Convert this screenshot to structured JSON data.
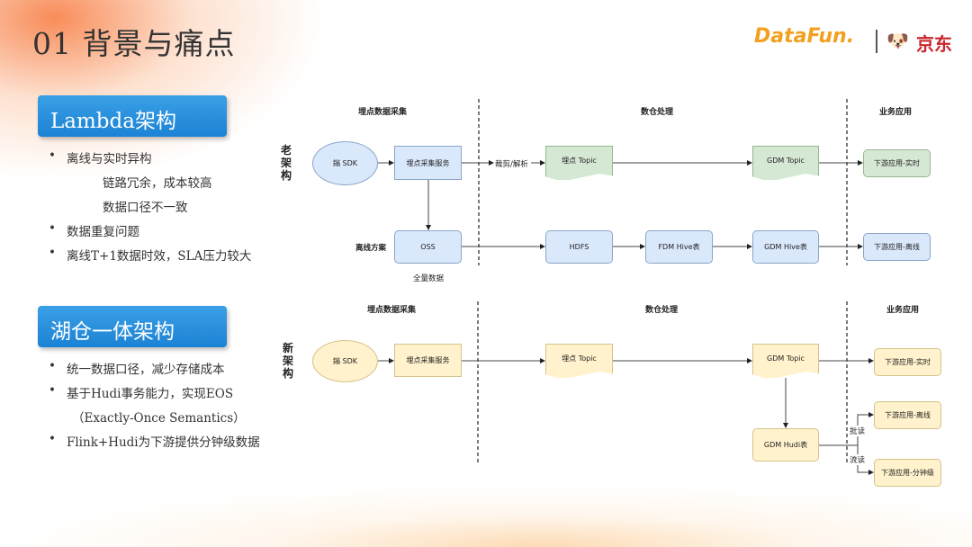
{
  "title": "01 背景与痛点",
  "logos": {
    "datafun": "DataFun.",
    "jd": "京东"
  },
  "lambda": {
    "heading": "Lambda架构",
    "bullets": [
      "离线与实时异构",
      "链路冗余，成本较高",
      "数据口径不一致",
      "数据重复问题",
      "离线T+1数据时效，SLA压力较大"
    ]
  },
  "lakehouse": {
    "heading": "湖仓一体架构",
    "bullets": [
      "统一数据口径，减少存储成本",
      "基于Hudi事务能力，实现EOS",
      "（Exactly-Once Semantics）",
      "Flink+Hudi为下游提供分钟级数据"
    ]
  },
  "old": {
    "label": "老架构",
    "headers": [
      "埋点数据采集",
      "数仓处理",
      "业务应用"
    ],
    "sdk": "鎓 SDK",
    "svc": "埋点采集服务",
    "edge_label": "裁剪/解析",
    "topic": "埋点 Topic",
    "gdm_topic": "GDM Topic",
    "rt": "下游应用-实时",
    "offline_label": "离线方案",
    "oss": "OSS",
    "full": "全量数据",
    "hdfs": "HDFS",
    "fdm_hive": "FDM Hive表",
    "gdm_hive": "GDM Hive表",
    "off": "下游应用-离线"
  },
  "new": {
    "label": "新架构",
    "headers": [
      "埋点数据采集",
      "数仓处理",
      "业务应用"
    ],
    "sdk": "鎓 SDK",
    "svc": "埋点采集服务",
    "topic": "埋点 Topic",
    "gdm_topic": "GDM Topic",
    "rt": "下游应用-实时",
    "hudi": "GDM Hudi表",
    "batch": "批读",
    "stream": "流读",
    "off": "下游应用-离线",
    "minute": "下游应用-分钟级"
  }
}
